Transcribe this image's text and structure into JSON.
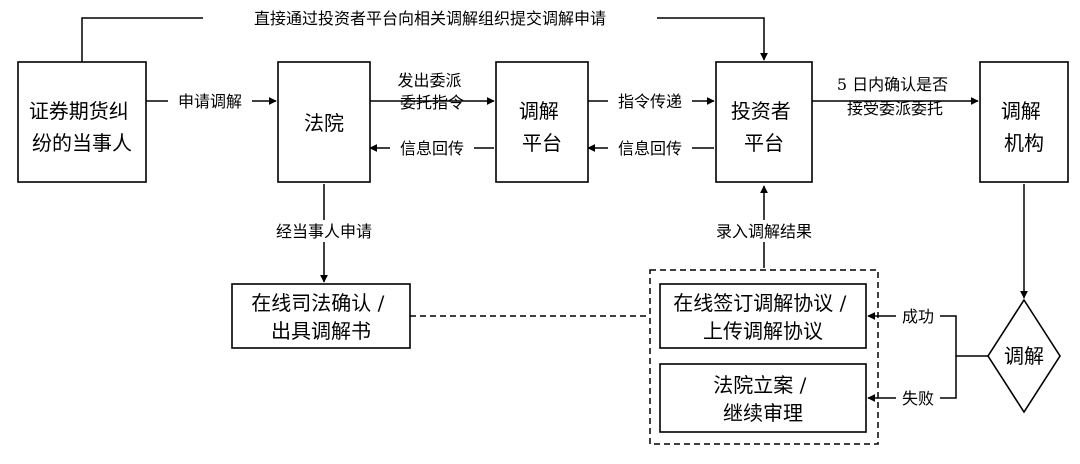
{
  "nodes": {
    "party": [
      "证券期货纠",
      "纷的当事人"
    ],
    "court": "法院",
    "mediation_platform": [
      "调解",
      "平台"
    ],
    "investor_platform": [
      "投资者",
      "平台"
    ],
    "mediation_org": [
      "调解",
      "机构"
    ],
    "online_judicial": [
      "在线司法确认 /",
      "出具调解书"
    ],
    "sign_agreement": [
      "在线签订调解协议 /",
      "上传调解协议"
    ],
    "court_filing": [
      "法院立案 /",
      "继续审理"
    ],
    "decision": "调解"
  },
  "edges": {
    "direct_submit": "直接通过投资者平台向相关调解组织提交调解申请",
    "apply_mediation": "申请调解",
    "issue_order": [
      "发出委派",
      "委托指令"
    ],
    "info_return_court": "信息回传",
    "order_transmit": "指令传递",
    "info_return_platform": "信息回传",
    "confirm_accept": [
      "5 日内确认是否",
      "接受委派委托"
    ],
    "party_apply": "经当事人申请",
    "record_result": "录入调解结果",
    "success": "成功",
    "failure": "失败"
  }
}
